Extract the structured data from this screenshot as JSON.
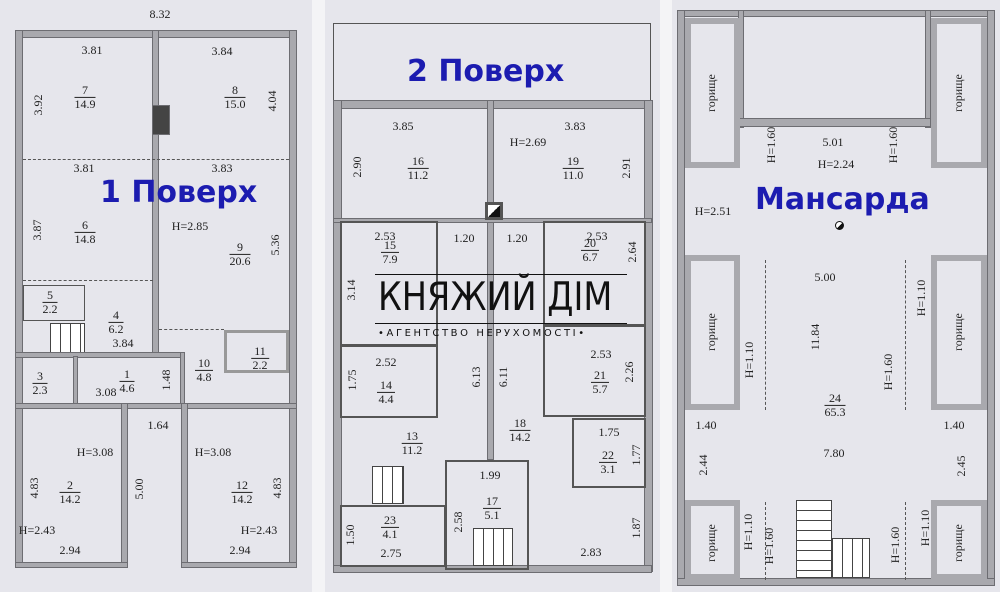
{
  "floor1": {
    "title": "1  Поверх",
    "rooms": [
      {
        "num": "7",
        "area": "14.9"
      },
      {
        "num": "8",
        "area": "15.0"
      },
      {
        "num": "6",
        "area": "14.8"
      },
      {
        "num": "9",
        "area": "20.6"
      },
      {
        "num": "5",
        "area": "2.2"
      },
      {
        "num": "4",
        "area": "6.2"
      },
      {
        "num": "3",
        "area": "2.3"
      },
      {
        "num": "1",
        "area": "4.6"
      },
      {
        "num": "10",
        "area": "4.8"
      },
      {
        "num": "11",
        "area": "2.2"
      },
      {
        "num": "2",
        "area": "14.2"
      },
      {
        "num": "12",
        "area": "14.2"
      }
    ],
    "labels": [
      "8.32",
      "3.81",
      "3.84",
      "3.92",
      "4.04",
      "3.81",
      "3.83",
      "3.87",
      "5.36",
      "3.84",
      "3.08",
      "1.48",
      "1.64",
      "4.83",
      "5.00",
      "4.83",
      "2.94",
      "2.94",
      "H=2.85",
      "H=3.08",
      "H=3.08",
      "H=2.43",
      "H=2.43"
    ]
  },
  "floor2": {
    "title": "2  Поверх",
    "rooms": [
      {
        "num": "16",
        "area": "11.2"
      },
      {
        "num": "19",
        "area": "11.0"
      },
      {
        "num": "15",
        "area": "7.9"
      },
      {
        "num": "20",
        "area": "6.7"
      },
      {
        "num": "14",
        "area": "4.4"
      },
      {
        "num": "21",
        "area": "5.7"
      },
      {
        "num": "13",
        "area": "11.2"
      },
      {
        "num": "18",
        "area": "14.2"
      },
      {
        "num": "22",
        "area": "3.1"
      },
      {
        "num": "17",
        "area": "5.1"
      },
      {
        "num": "23",
        "area": "4.1"
      }
    ],
    "labels": [
      "3.85",
      "3.83",
      "H=2.69",
      "2.90",
      "2.91",
      "2.53",
      "1.20",
      "1.20",
      "2.53",
      "3.14",
      "2.64",
      "2.52",
      "1.75",
      "6.13",
      "6.11",
      "2.53",
      "2.26",
      "1.75",
      "1.77",
      "1.99",
      "2.58",
      "1.50",
      "2.75",
      "2.83",
      "1.87"
    ]
  },
  "attic": {
    "title": "Мансарда",
    "storage_label": "горище",
    "rooms": [
      {
        "num": "24",
        "area": "65.3"
      }
    ],
    "labels": [
      "5.01",
      "H=2.24",
      "H=1.60",
      "H=1.60",
      "H=2.51",
      "5.00",
      "H=1.10",
      "H=1.10",
      "11.84",
      "H=1.60",
      "1.40",
      "1.40",
      "7.80",
      "2.44",
      "2.45",
      "H=1.10",
      "H=1.60",
      "H=1.60",
      "H=1.10"
    ]
  },
  "watermark": {
    "name": "КНЯЖИЙ ДІМ",
    "subtitle": "•АГЕНТСТВО НЕРУХОМОСТІ•"
  },
  "colors": {
    "title": "#1c1cb0",
    "wall": "#a9a9ae",
    "background": "#e6e6ec"
  }
}
